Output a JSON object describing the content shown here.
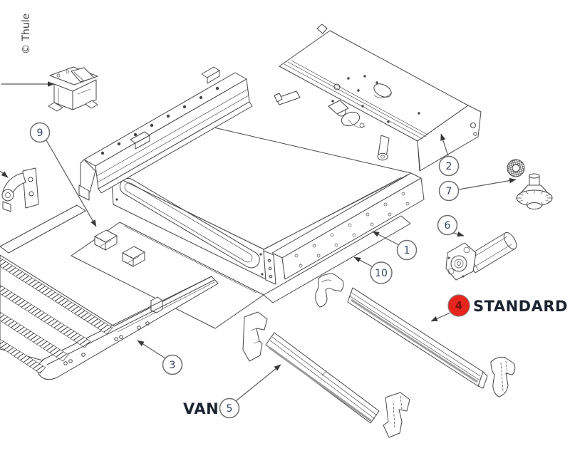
{
  "copyright": "© Thule",
  "labels": {
    "standard": "STANDARD",
    "van": "VAN"
  },
  "callouts": {
    "part1": "1",
    "part2": "2",
    "part3": "3",
    "part4": "4",
    "part5": "5",
    "part6": "6",
    "part7": "7",
    "part9": "9",
    "part10": "10"
  },
  "colors": {
    "line": "#474747",
    "leader": "#5a5a5a",
    "callout_stroke": "#6f6f6f",
    "callout_text": "#32405e",
    "label_text": "#1c2430",
    "highlight_fill": "#e8251d",
    "highlight_text": "#7a1111",
    "stripe_gray": "#9c9c9c",
    "background": "#ffffff"
  }
}
